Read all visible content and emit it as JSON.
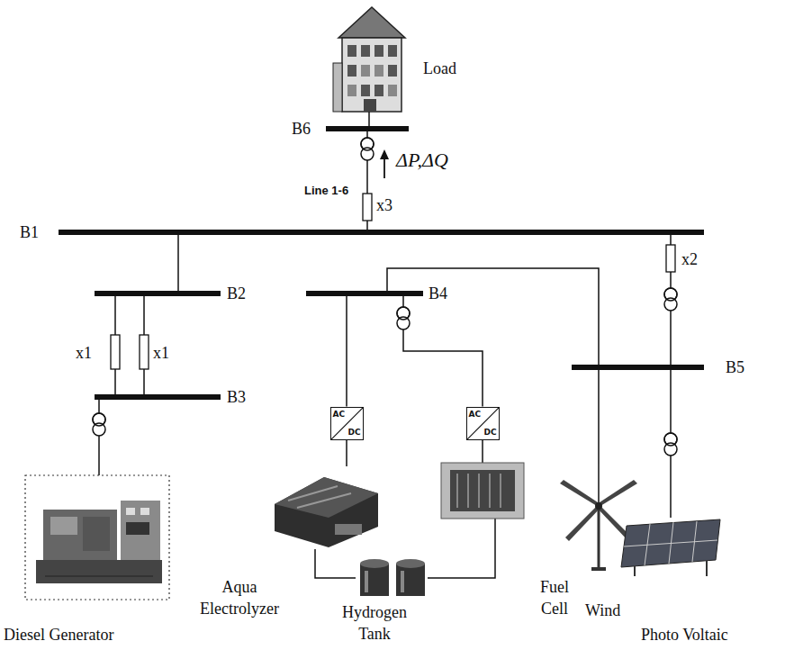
{
  "diagram": {
    "nodes": [
      {
        "text": [
          "Load"
        ]
      },
      {
        "text": [
          "B6"
        ]
      },
      {
        "text": [
          "B1"
        ]
      },
      {
        "text": [
          "B2"
        ]
      },
      {
        "text": [
          "B4"
        ]
      },
      {
        "text": [
          "B5"
        ]
      },
      {
        "text": [
          "B3"
        ]
      },
      {
        "text": [
          "AC",
          "DC"
        ]
      },
      {
        "text": [
          "AC",
          "DC"
        ]
      },
      {
        "text": [
          "Diesel Generator"
        ]
      },
      {
        "text": [
          "Aqua Electrolyzer"
        ]
      },
      {
        "text": [
          "Hydrogen Tank"
        ]
      },
      {
        "text": [
          "Fuel Cell"
        ]
      },
      {
        "text": [
          "Wind"
        ]
      },
      {
        "text": [
          "Photo Voltaic"
        ]
      }
    ],
    "edges": [
      {
        "from": 0,
        "to": 1,
        "arrow": "none"
      },
      {
        "from": 2,
        "to": 1,
        "label": "Line 1-6",
        "arrow": "none"
      },
      {
        "from": 2,
        "to": 3,
        "arrow": "none"
      },
      {
        "from": 3,
        "to": 6,
        "label": "x1",
        "arrow": "none"
      },
      {
        "from": 3,
        "to": 6,
        "label": "x1",
        "arrow": "none"
      },
      {
        "from": 2,
        "to": 5,
        "label": "x2",
        "arrow": "none"
      },
      {
        "from": 6,
        "to": 9,
        "arrow": "none"
      },
      {
        "from": 4,
        "to": 7,
        "arrow": "none"
      },
      {
        "from": 4,
        "to": 8,
        "arrow": "none"
      },
      {
        "from": 7,
        "to": 10,
        "arrow": "none"
      },
      {
        "from": 8,
        "to": 12,
        "arrow": "none"
      },
      {
        "from": 10,
        "to": 11,
        "arrow": "none"
      },
      {
        "from": 11,
        "to": 12,
        "arrow": "none"
      },
      {
        "from": 4,
        "to": 13,
        "arrow": "none"
      },
      {
        "from": 5,
        "to": 14,
        "arrow": "none"
      }
    ],
    "labels": [
      "x3",
      "ΔP,ΔQ"
    ]
  }
}
